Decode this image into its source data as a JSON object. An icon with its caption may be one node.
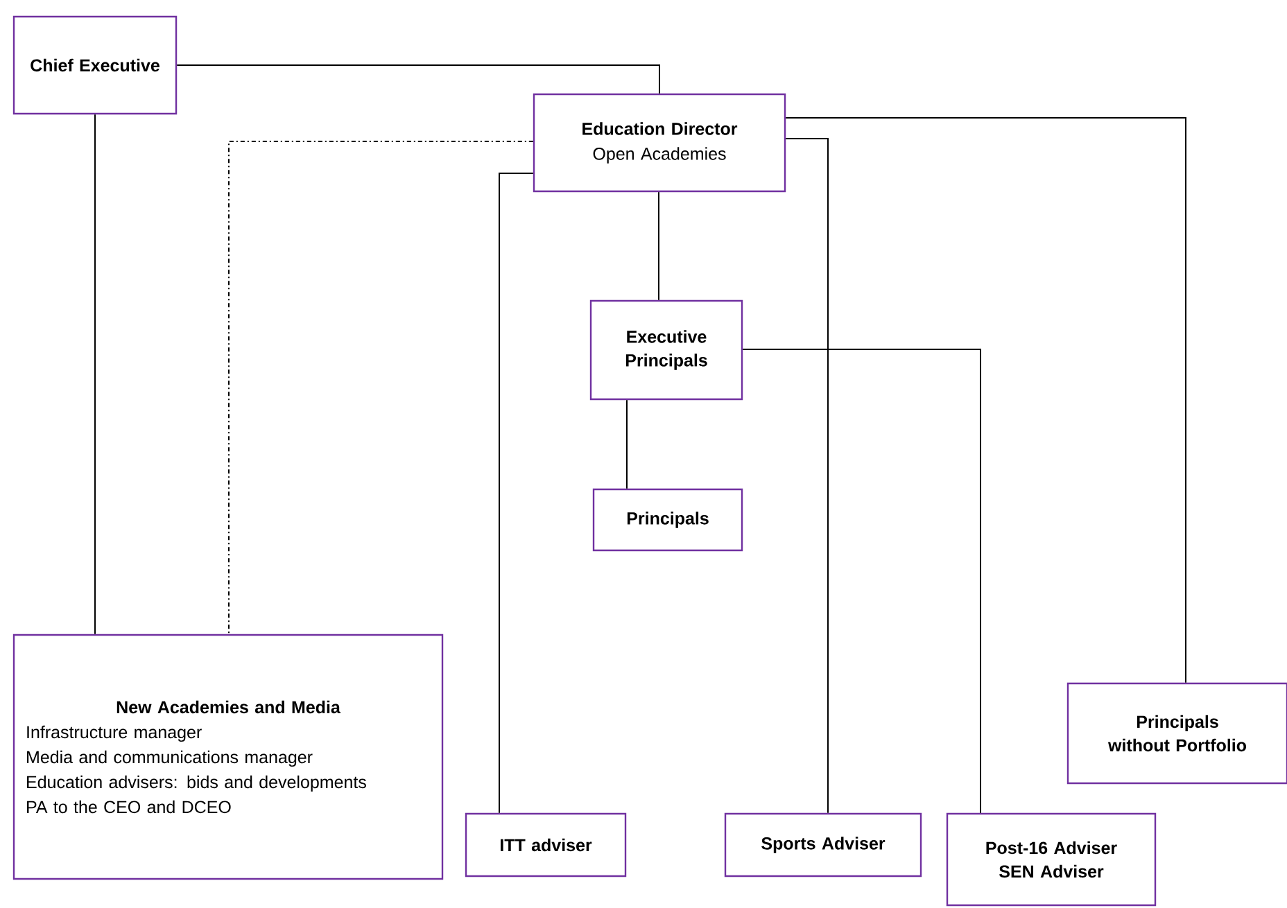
{
  "diagram": {
    "nodes": [
      {
        "text": [
          "Chief Executive"
        ]
      },
      {
        "text": [
          "Education Director",
          "Open Academies"
        ]
      },
      {
        "text": [
          "Executive Principals"
        ]
      },
      {
        "text": [
          "Principals"
        ]
      },
      {
        "text": [
          "New Academies and Media",
          "Infrastructure manager",
          "Media and communications manager",
          "Education advisers: bids and developments",
          "PA to the CEO and DCEO"
        ]
      },
      {
        "text": [
          "ITT adviser"
        ]
      },
      {
        "text": [
          "Sports Adviser"
        ]
      },
      {
        "text": [
          "Post-16 Adviser SEN Adviser"
        ]
      },
      {
        "text": [
          "Principals without Portfolio"
        ]
      }
    ],
    "edges": [
      {
        "from": 0,
        "to": 1,
        "arrow": "none"
      },
      {
        "from": 0,
        "to": 4,
        "arrow": "none"
      },
      {
        "from": 1,
        "to": 4,
        "arrow": "none",
        "style": "dashed"
      },
      {
        "from": 1,
        "to": 5,
        "arrow": "none"
      },
      {
        "from": 1,
        "to": 2,
        "arrow": "none"
      },
      {
        "from": 1,
        "to": 6,
        "arrow": "none"
      },
      {
        "from": 1,
        "to": 8,
        "arrow": "none"
      },
      {
        "from": 2,
        "to": 3,
        "arrow": "none"
      },
      {
        "from": 2,
        "to": 7,
        "arrow": "none"
      }
    ]
  }
}
